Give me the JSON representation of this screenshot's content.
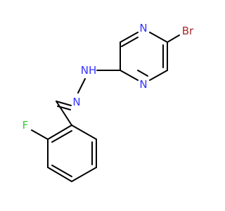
{
  "molecule": {
    "atoms": [
      {
        "id": "br",
        "label": "Br",
        "color": "#a62929"
      },
      {
        "id": "n_top",
        "label": "N",
        "color": "#3333ff"
      },
      {
        "id": "n_bottom",
        "label": "N",
        "color": "#3333ff"
      },
      {
        "id": "nh",
        "label": "NH",
        "color": "#3333ff"
      },
      {
        "id": "n_imine",
        "label": "N",
        "color": "#3333ff"
      },
      {
        "id": "f",
        "label": "F",
        "color": "#33cc33"
      }
    ]
  }
}
